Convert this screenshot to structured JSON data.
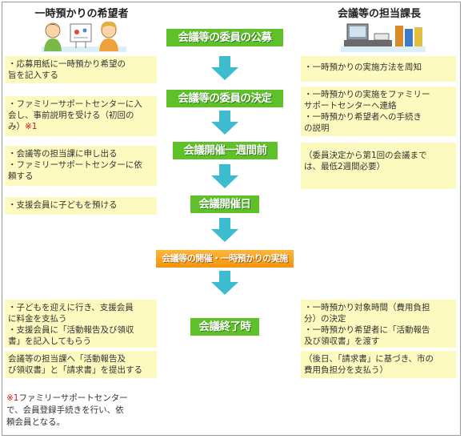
{
  "left_header": "一時預かりの希望者",
  "right_header": "会議等の担当課長",
  "steps": [
    "会議等の委員の公募",
    "会議等の委員の決定",
    "会議開催一週間前",
    "会議開催日",
    "会議等の開催・一時預かりの実施",
    "会議終了時"
  ],
  "left_boxes": [
    [
      "・応募用紙に一時預かり希望の",
      "旨を記入する"
    ],
    [
      "・ファミリーサポートセンターに入",
      "会し、事前説明を受ける（初回の",
      "み）"
    ],
    [
      "・会議等の担当課に申し出る",
      "・ファミリーサポートセンターに依",
      "頼する"
    ],
    [
      "・支援会員に子どもを預ける"
    ],
    [
      "・子どもを迎えに行き、支援会員",
      "に料金を支払う",
      "・支援会員に「活動報告及び領収",
      "書」を記入してもらう"
    ],
    [
      "会議等の担当課へ「活動報告及",
      "び領収書」と「請求書」を提出する"
    ]
  ],
  "left_note_mark": "※1",
  "footnote": {
    "mark": "※1",
    "lines": [
      "ファミリーサポートセンター",
      "で、会員登録手続きを行い、依",
      "頼会員となる。"
    ]
  },
  "right_boxes": [
    [
      "・一時預かりの実施方法を周知"
    ],
    [
      "・一時預かりの実施をファミリー",
      "サポートセンターへ連絡",
      "・一時預かり希望者への手続き",
      "の説明"
    ],
    [
      "（委員決定から第1回の会議まで",
      "は、最低2週間必要）"
    ],
    [
      "・一時預かり対象時間（費用負担",
      "分）の決定",
      "・一時預かり希望者に「活動報告",
      "及び領収書」を渡す"
    ],
    [
      "（後日、「請求書」に基づき、市の",
      "費用負担分を支払う）"
    ]
  ],
  "colors": {
    "step_green": "#5ec12a",
    "step_orange": "#f5930b",
    "arrow_teal": "#3dbcd0",
    "box_yellow": "#fdfabf",
    "note_red": "#cc1111"
  }
}
